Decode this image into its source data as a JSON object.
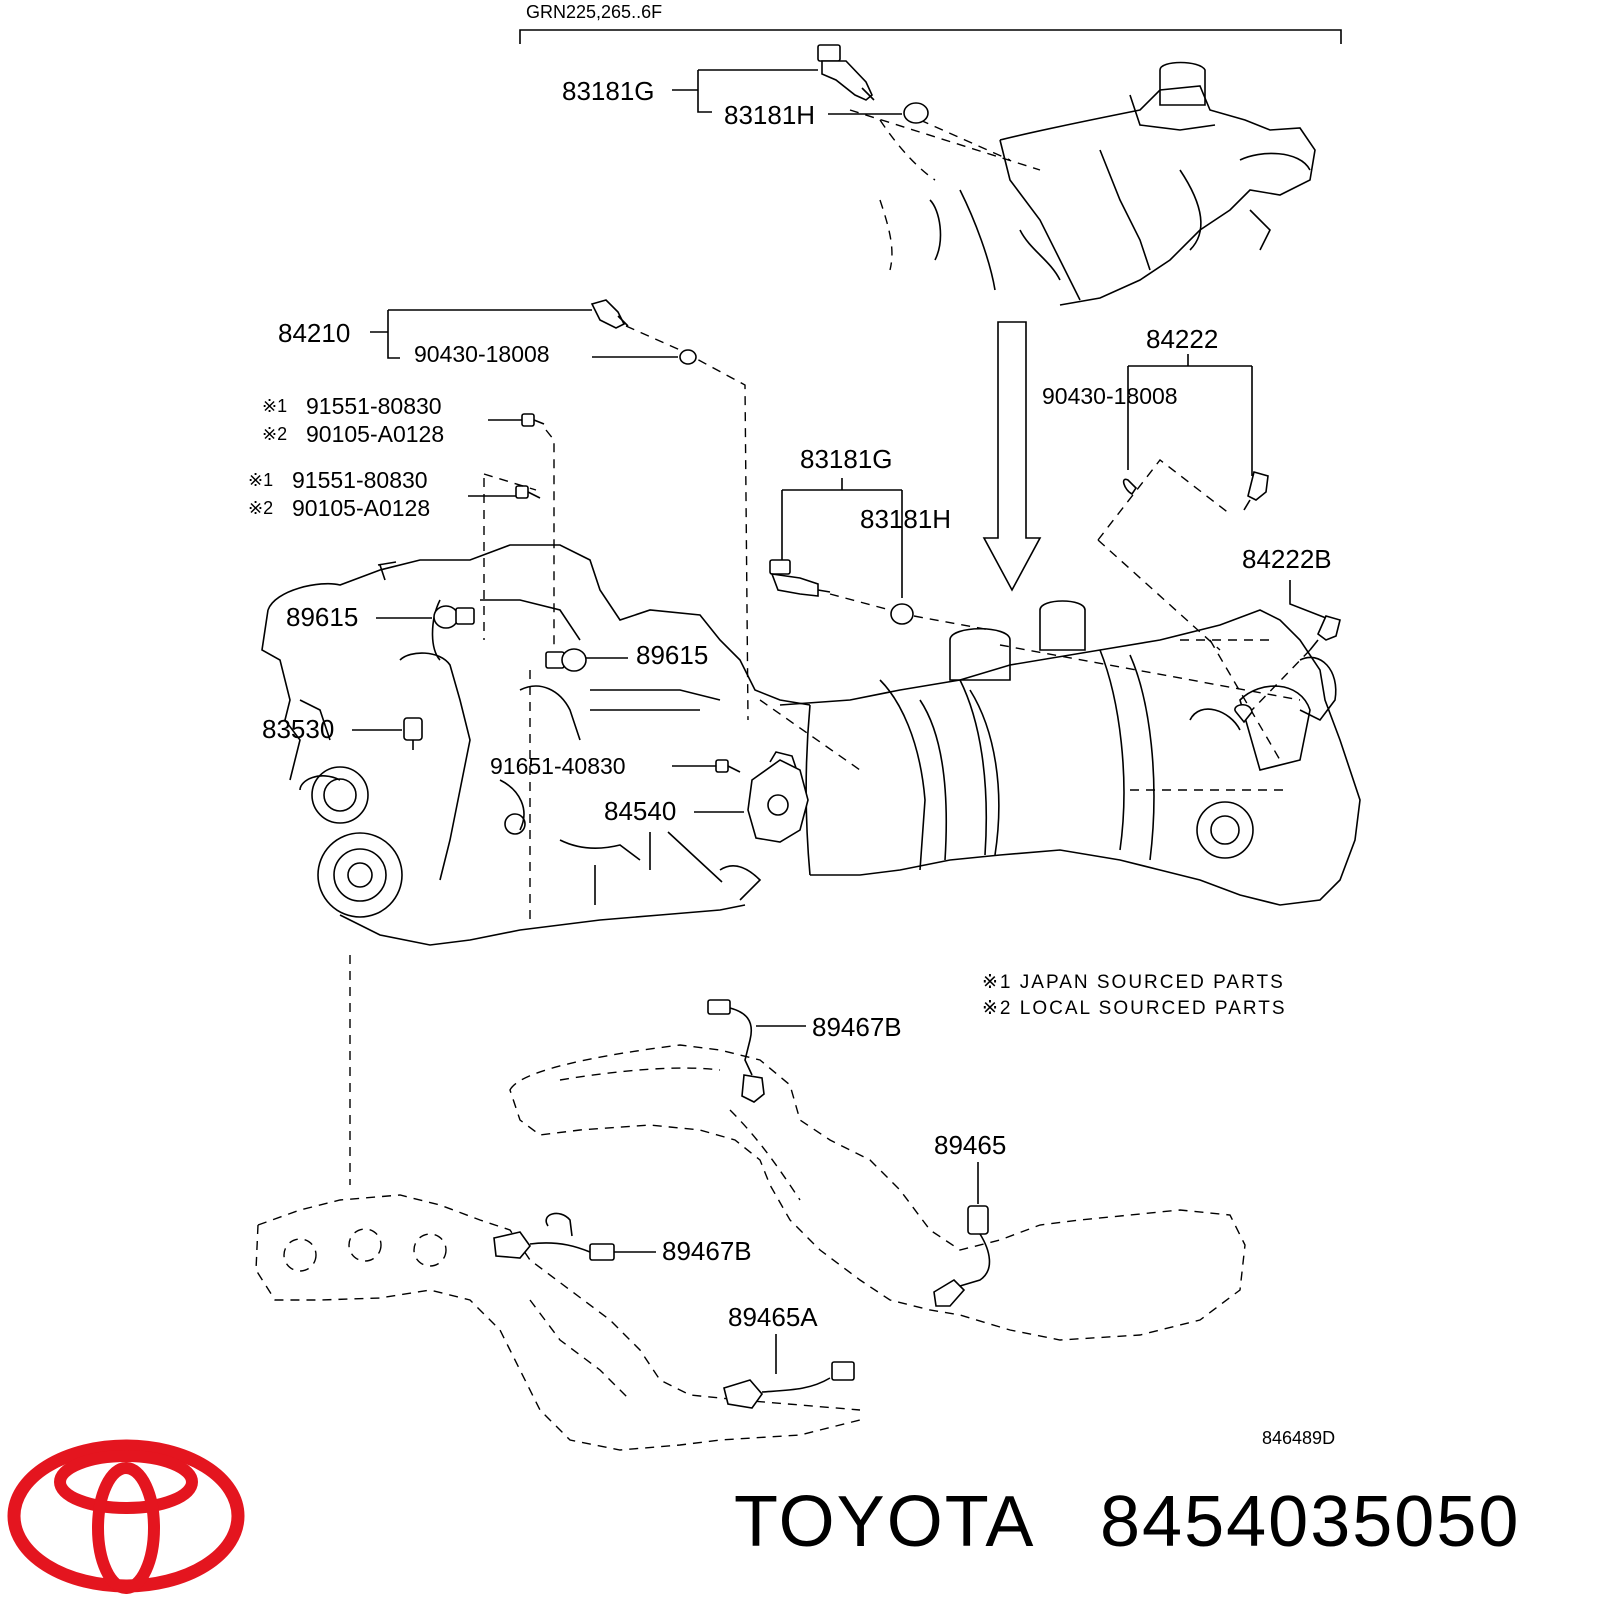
{
  "header": {
    "model_range": "GRN225,265..6F"
  },
  "callouts": {
    "c83181G_top": "83181G",
    "c83181H_top": "83181H",
    "c84210": "84210",
    "c90430_left": "90430-18008",
    "c91551_a": "91551-80830",
    "c90105_a": "90105-A0128",
    "c91551_b": "91551-80830",
    "c90105_b": "90105-A0128",
    "c89615_left": "89615",
    "c89615_right": "89615",
    "c83530": "83530",
    "c91651": "91651-40830",
    "c84540": "84540",
    "c83181G_mid": "83181G",
    "c83181H_mid": "83181H",
    "c84222": "84222",
    "c90430_right": "90430-18008",
    "c84222B": "84222B",
    "c89467B_top": "89467B",
    "c89465": "89465",
    "c89467B_bottom": "89467B",
    "c89465A": "89465A"
  },
  "markers": {
    "m1": "※1",
    "m2": "※2"
  },
  "notes": {
    "n1": "※1  JAPAN SOURCED PARTS",
    "n2": "※2  LOCAL SOURCED PARTS"
  },
  "illustration_id": "846489D",
  "footer": {
    "brand": "TOYOTA",
    "part_number": "8454035050"
  },
  "logo": {
    "name": "toyota-logo-icon",
    "color": "#e4151f"
  }
}
